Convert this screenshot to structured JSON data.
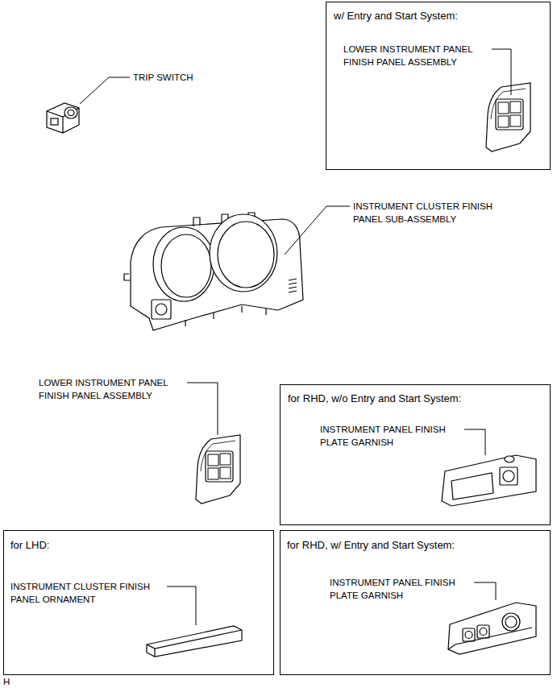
{
  "diagram": {
    "nodes": [
      {
        "text": [
          "w/ Entry and Start System:",
          "LOWER INSTRUMENT PANEL FINISH PANEL ASSEMBLY"
        ]
      },
      {
        "text": [
          "for RHD, w/o Entry and Start System:",
          "INSTRUMENT PANEL FINISH PLATE GARNISH"
        ]
      },
      {
        "text": [
          "for LHD:",
          "INSTRUMENT CLUSTER FINISH PANEL ORNAMENT"
        ]
      },
      {
        "text": [
          "for RHD, w/ Entry and Start System:",
          "INSTRUMENT PANEL FINISH PLATE GARNISH"
        ]
      }
    ],
    "edges": [],
    "labels": [
      "TRIP SWITCH",
      "INSTRUMENT CLUSTER FINISH PANEL SUB-ASSEMBLY",
      "LOWER INSTRUMENT PANEL FINISH PANEL ASSEMBLY",
      "H"
    ]
  }
}
